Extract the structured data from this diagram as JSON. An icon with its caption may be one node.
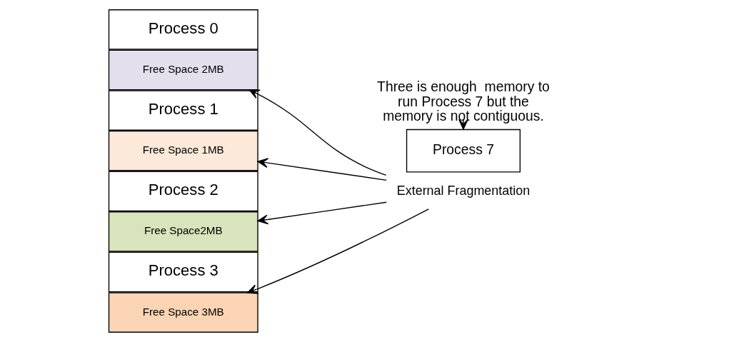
{
  "diagram": {
    "nodes": [
      {
        "text": [
          "Process 0"
        ]
      },
      {
        "text": [
          "Free Space 2MB"
        ]
      },
      {
        "text": [
          "Process 1"
        ]
      },
      {
        "text": [
          "Free Space 1MB"
        ]
      },
      {
        "text": [
          "Process 2"
        ]
      },
      {
        "text": [
          "Free Space2MB"
        ]
      },
      {
        "text": [
          "Process 3"
        ]
      },
      {
        "text": [
          "Free Space 3MB"
        ]
      },
      {
        "text": [
          "External Fragmentation"
        ]
      },
      {
        "text": [
          "Process 7"
        ]
      },
      {
        "text": [
          "Three is enough  memory to run Process 7 but the memory is not contiguous."
        ]
      }
    ],
    "edges": [
      {
        "from": 8,
        "to": 1,
        "arrow": "to"
      },
      {
        "from": 8,
        "to": 3,
        "arrow": "to"
      },
      {
        "from": 8,
        "to": 5,
        "arrow": "to"
      },
      {
        "from": 8,
        "to": 7,
        "arrow": "to"
      },
      {
        "from": 10,
        "to": 9,
        "arrow": "to"
      }
    ]
  }
}
